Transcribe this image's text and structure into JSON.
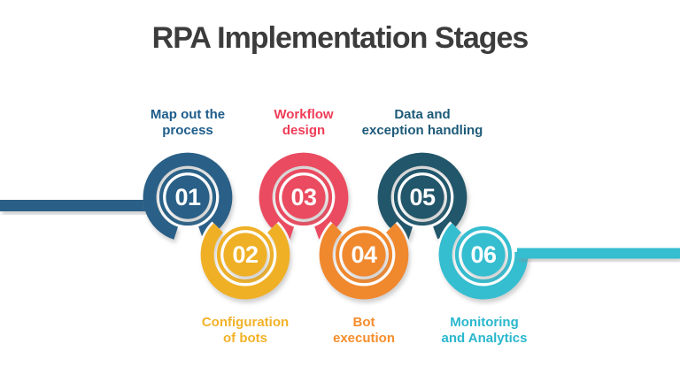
{
  "title": {
    "text": "RPA Implementation Stages",
    "color": "#3c3c3c"
  },
  "background_color": "#ffffff",
  "stages": [
    {
      "number": "01",
      "label_line1": "Map out the",
      "label_line2": "process",
      "ring_color": "#2a6187",
      "label_color": "#1d5c8a",
      "row": "top"
    },
    {
      "number": "02",
      "label_line1": "Configuration",
      "label_line2": "of bots",
      "ring_color": "#efb028",
      "label_color": "#f2b228",
      "row": "bottom"
    },
    {
      "number": "03",
      "label_line1": "Workflow",
      "label_line2": "design",
      "ring_color": "#ea4b60",
      "label_color": "#ee3d58",
      "row": "top"
    },
    {
      "number": "04",
      "label_line1": "Bot",
      "label_line2": "execution",
      "ring_color": "#f0882e",
      "label_color": "#f78d2b",
      "row": "bottom"
    },
    {
      "number": "05",
      "label_line1": "Data and",
      "label_line2": "exception handling",
      "ring_color": "#20566b",
      "label_color": "#1d5a78",
      "row": "top"
    },
    {
      "number": "06",
      "label_line1": "Monitoring",
      "label_line2": "and Analytics",
      "ring_color": "#35bdd0",
      "label_color": "#2ab7cd",
      "row": "bottom"
    }
  ],
  "connectors": {
    "left_line_color": "#2a6187",
    "right_line_color": "#35bdd0"
  }
}
